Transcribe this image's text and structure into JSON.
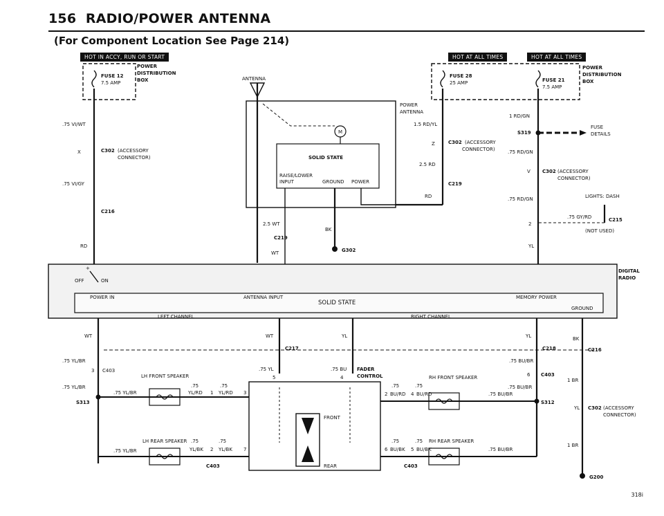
{
  "header": {
    "page_number": "156",
    "title": "RADIO/POWER ANTENNA",
    "subtitle": "(For Component Location See Page 214)"
  },
  "pills": {
    "left": "HOT IN ACCY, RUN OR START",
    "mid": "HOT AT ALL TIMES",
    "right": "HOT AT ALL TIMES"
  },
  "labels": {
    "power": "POWER",
    "distribution": "DISTRIBUTION",
    "box": "BOX",
    "fuse12": "FUSE 12",
    "fuse12_amp": "7.5 AMP",
    "fuse28": "FUSE 28",
    "fuse28_amp": "25 AMP",
    "fuse21": "FUSE 21",
    "fuse21_amp": "7.5 AMP",
    "antenna": "ANTENNA",
    "power_antenna_1": "POWER",
    "power_antenna_2": "ANTENNA",
    "solid_state": "SOLID STATE",
    "raise_lower_1": "RAISE/LOWER",
    "raise_lower_2": "INPUT",
    "ground": "GROUND",
    "power_small": "POWER",
    "motor": "M",
    "w_75vi_wt": ".75 VI/WT",
    "w_75vi_gy": ".75 VI/GY",
    "rd": "RD",
    "x": "X",
    "c302": "C302",
    "accessory": "(ACCESSORY",
    "connector": "CONNECTOR)",
    "c216": "C216",
    "w_25wt": "2.5 WT",
    "c219": "C219",
    "wt": "WT",
    "bk": "BK",
    "g302": "G302",
    "w_15rdyl": "1.5 RD/YL",
    "z": "Z",
    "w_25rd": "2.5 RD",
    "w_1rdgn": "1 RD/GN",
    "s319": "S319",
    "fuse_details_1": "FUSE",
    "fuse_details_2": "DETAILS",
    "w_75rdgn": ".75 RD/GN",
    "v": "V",
    "lights_dash": "LIGHTS: DASH",
    "w_75gyrd": ".75 GY/RD",
    "c215": "C215",
    "two": "2",
    "not_used": "(NOT USED)",
    "yl": "YL",
    "plus": "+",
    "off": "OFF",
    "on": "ON",
    "power_in": "POWER IN",
    "antenna_input": "ANTENNA INPUT",
    "memory_power": "MEMORY POWER",
    "left_channel": "LEFT CHANNEL",
    "right_channel": "RIGHT CHANNEL",
    "digital": "DIGITAL",
    "radio": "RADIO",
    "c217": "C217",
    "c218": "C218",
    "w_75ylbr": ".75 YL/BR",
    "three": "3",
    "c403": "C403",
    "lh_front": "LH FRONT SPEAKER",
    "w_75": ".75",
    "ylrd": "YL/RD",
    "one": "1",
    "w_75ylrd": "YL/RD",
    "s313": "S313",
    "lh_rear": "LH REAR SPEAKER",
    "w_75_b": ".75",
    "ylbk": "YL/BK",
    "c403b": "C403",
    "w_75yl": ".75 YL",
    "five": "5",
    "w_75bu": ".75 BU",
    "four": "4",
    "fader": "FADER",
    "control": "CONTROL",
    "front": "FRONT",
    "rear": "REAR",
    "seven": "7",
    "rh_front": "RH FRONT SPEAKER",
    "w_75bubr": ".75 BU/BR",
    "six": "6",
    "burd": "BU/RD",
    "s312": "S312",
    "rh_rear": "RH REAR SPEAKER",
    "bubk": "BU/BK",
    "w_1br": "1 BR",
    "g200": "G200",
    "page_id": "318i"
  }
}
